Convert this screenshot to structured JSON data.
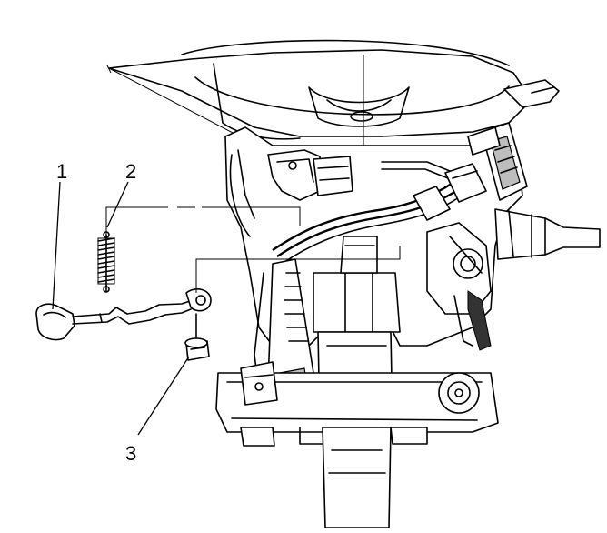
{
  "diagram": {
    "callouts": [
      {
        "id": "1",
        "label": "1"
      },
      {
        "id": "2",
        "label": "2"
      },
      {
        "id": "3",
        "label": "3"
      }
    ]
  },
  "colors": {
    "line": "#000000",
    "background": "#ffffff",
    "shade": "#bdbdbd"
  }
}
